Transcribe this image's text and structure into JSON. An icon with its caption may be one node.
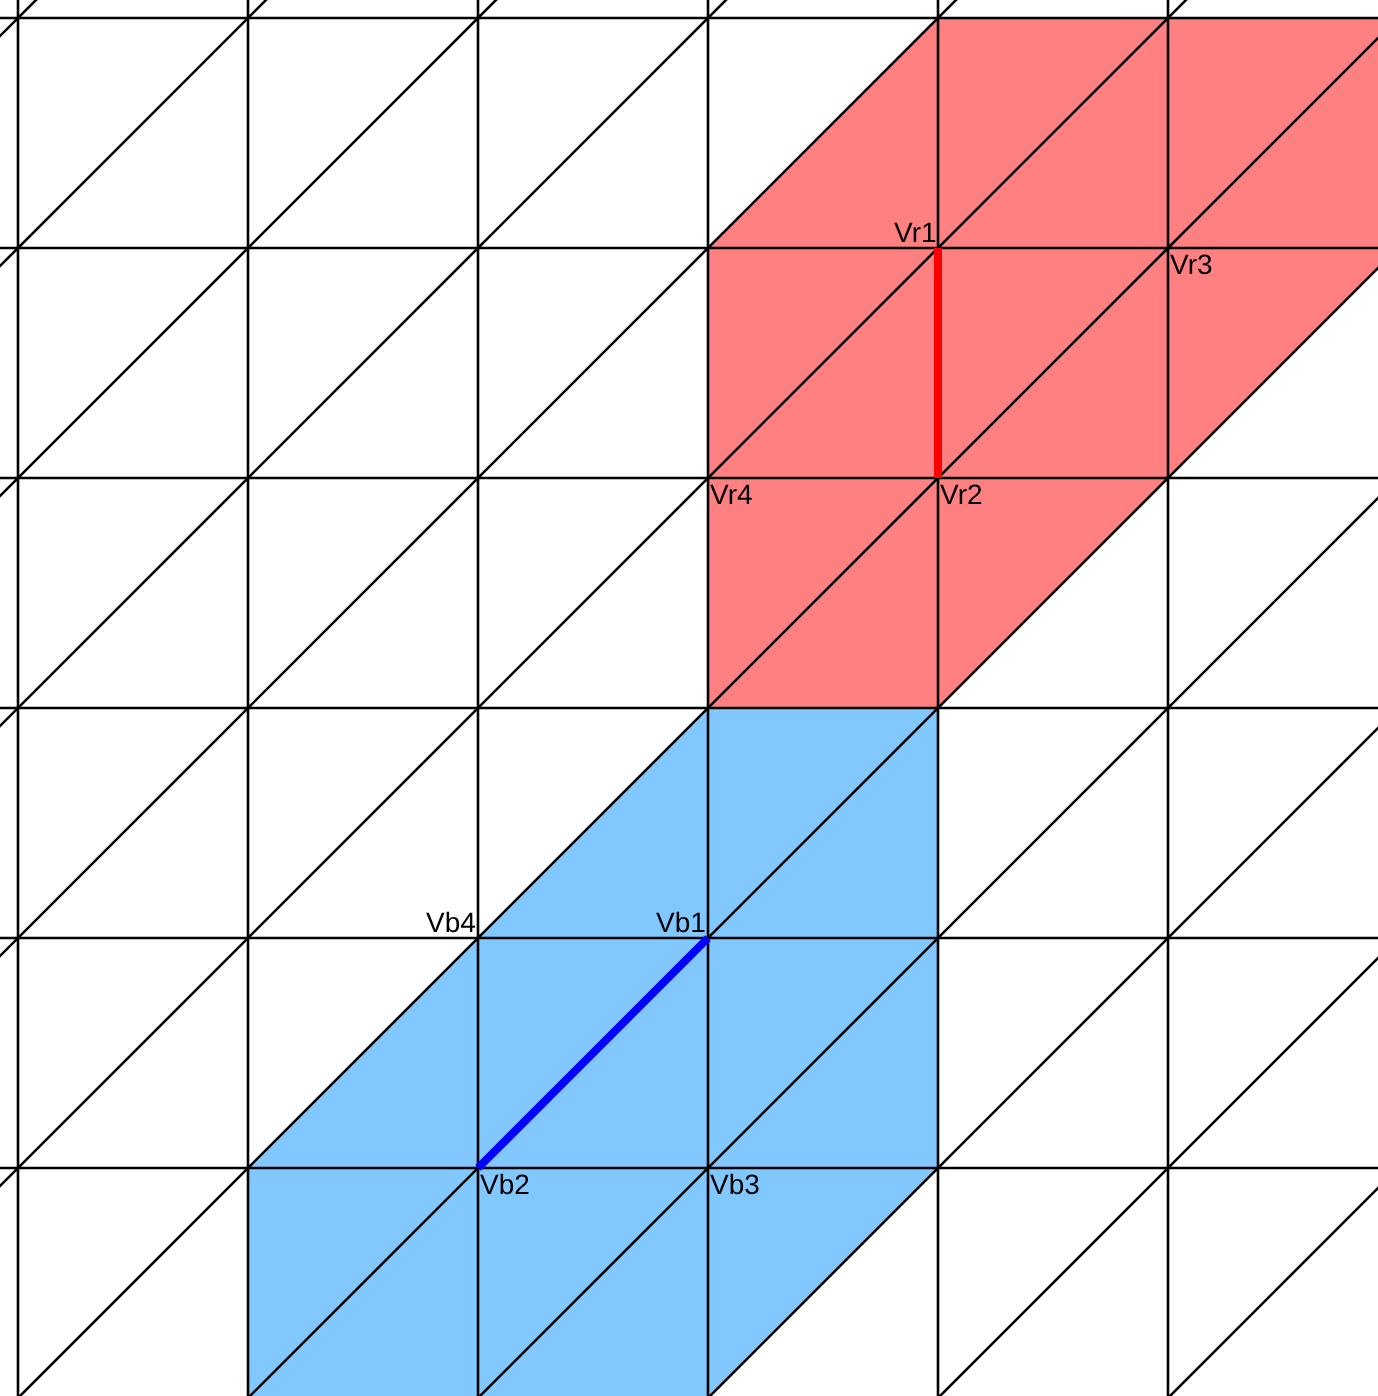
{
  "diagram": {
    "nodes": [
      {
        "text": [
          "Vr1"
        ]
      },
      {
        "text": [
          "Vr3"
        ]
      },
      {
        "text": [
          "Vr4"
        ]
      },
      {
        "text": [
          "Vr2"
        ]
      },
      {
        "text": [
          "Vb4"
        ]
      },
      {
        "text": [
          "Vb1"
        ]
      },
      {
        "text": [
          "Vb2"
        ]
      },
      {
        "text": [
          "Vb3"
        ]
      }
    ],
    "edges": [
      {
        "from": 0,
        "to": 3,
        "arrow": "none",
        "color": "#ff0000"
      },
      {
        "from": 5,
        "to": 6,
        "arrow": "none",
        "color": "#0000ff"
      }
    ]
  }
}
